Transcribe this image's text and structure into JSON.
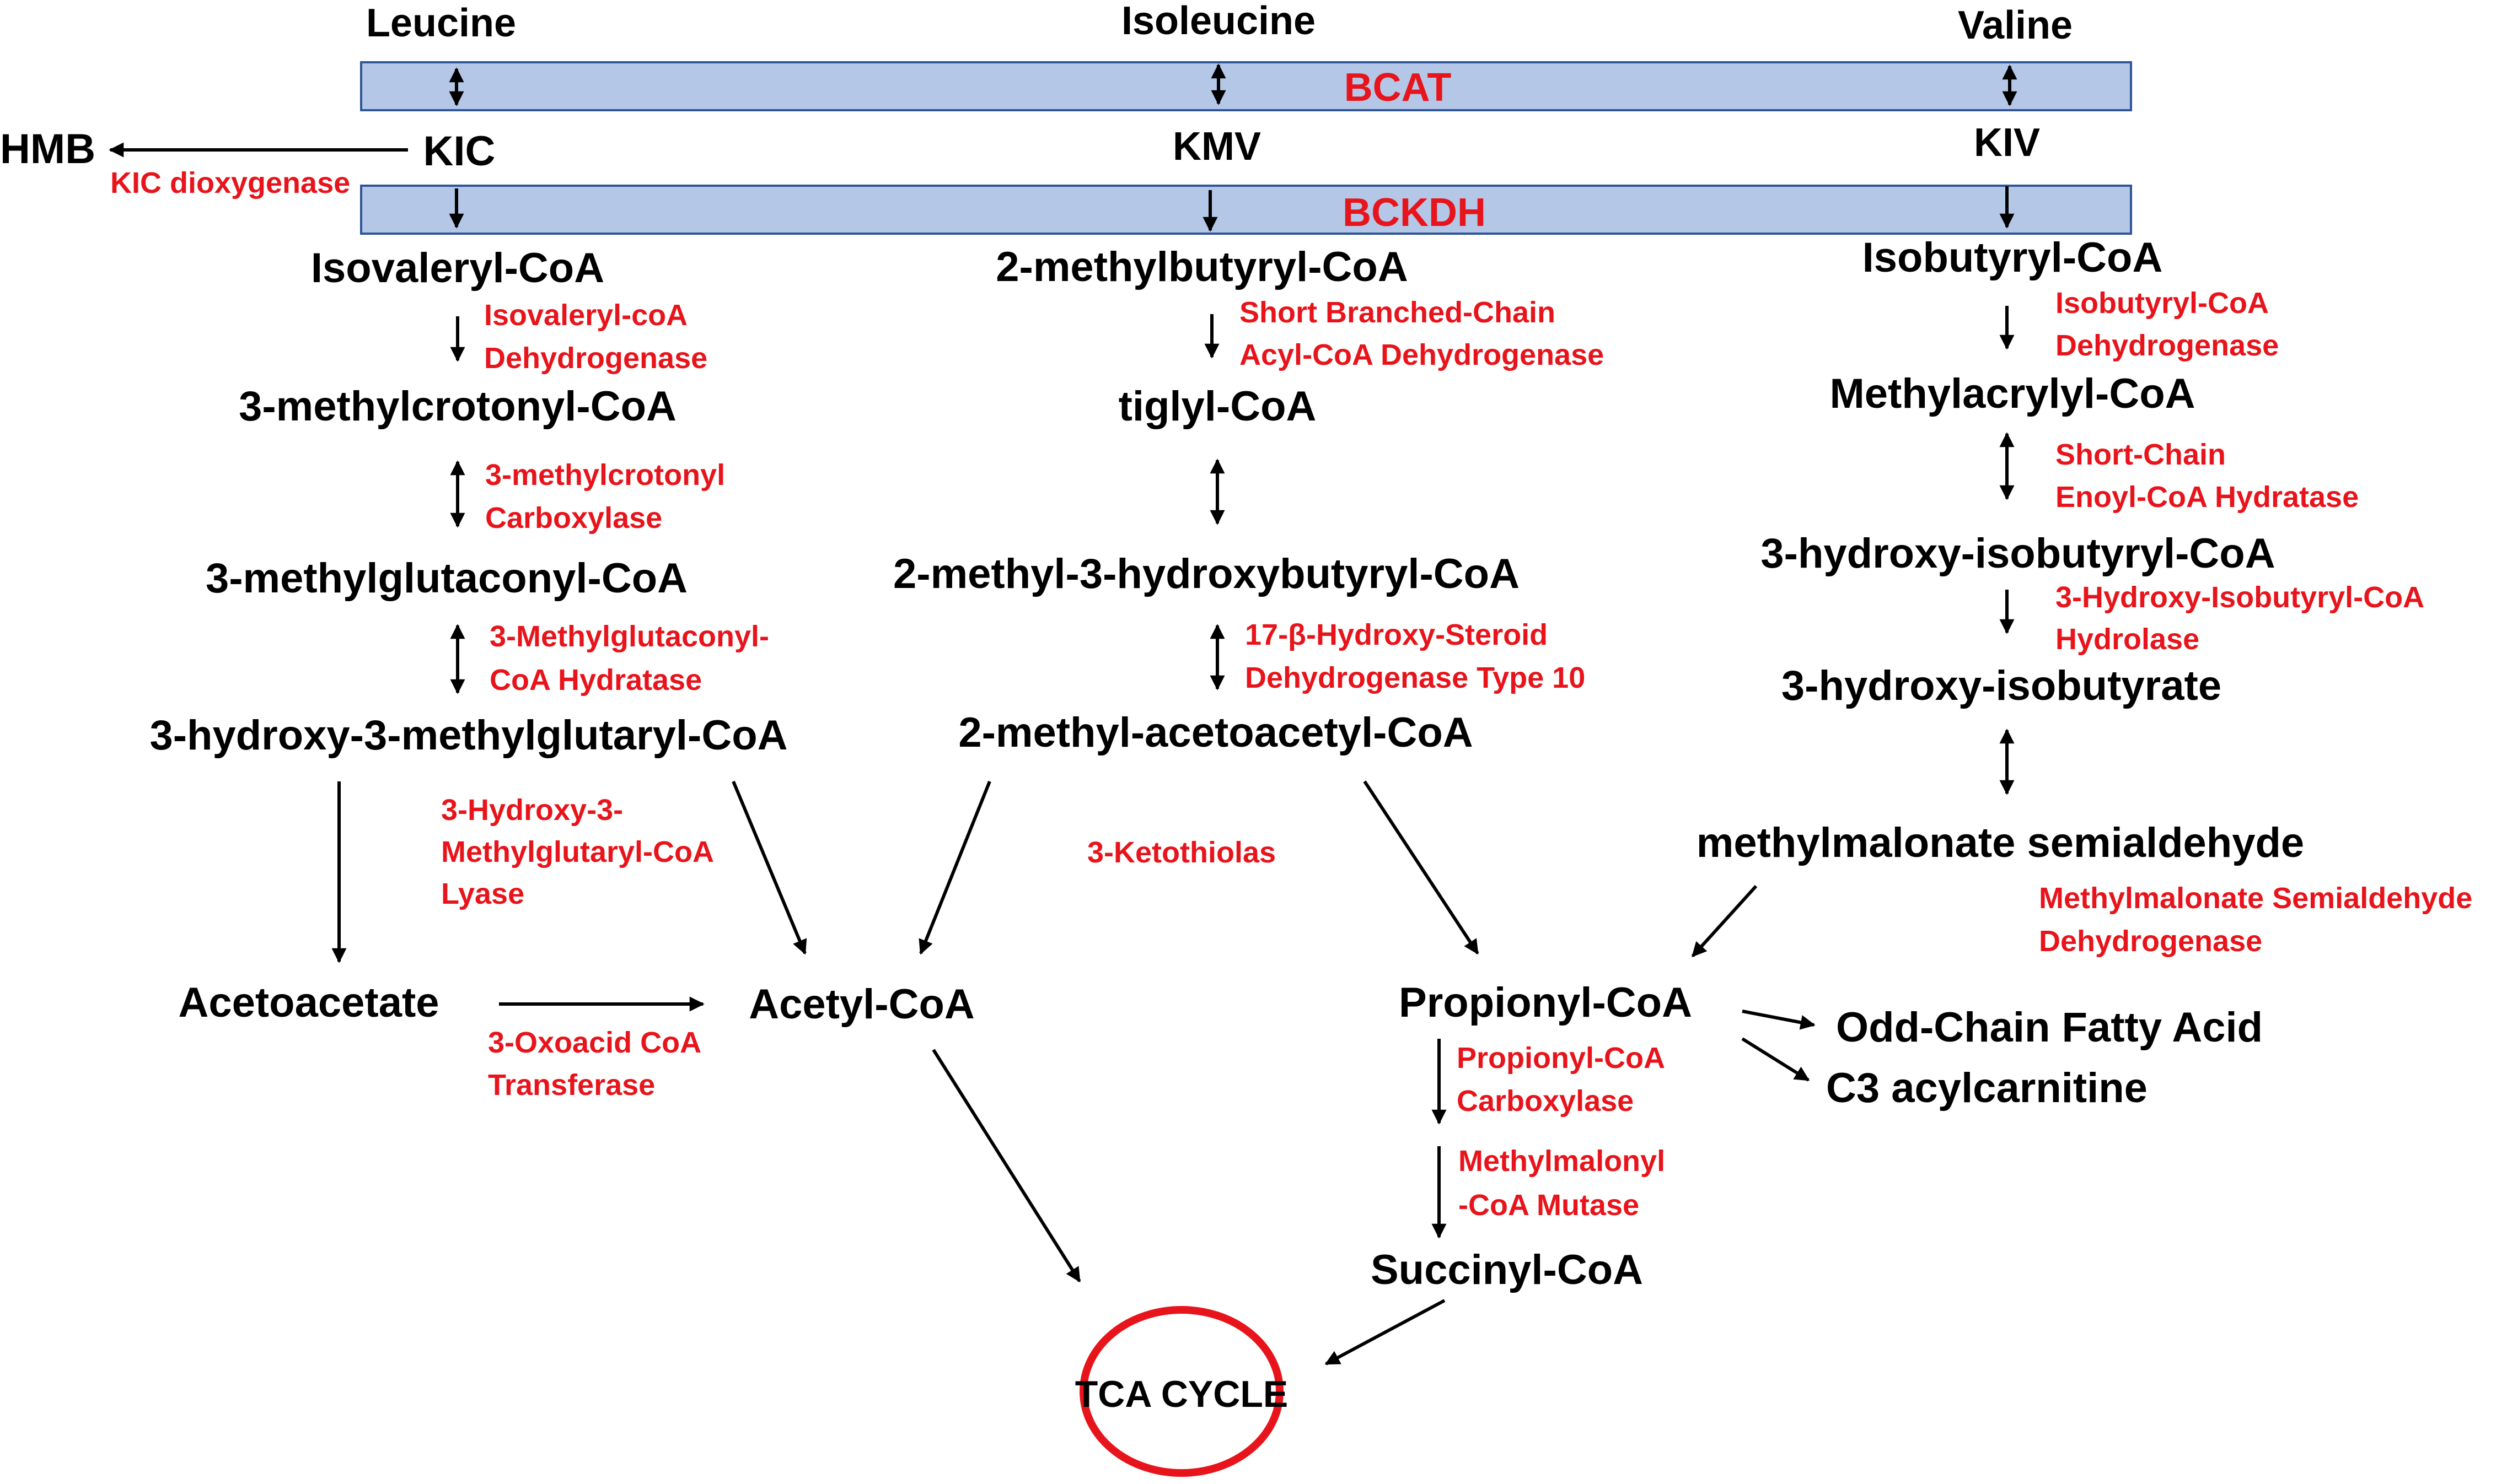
{
  "colors": {
    "metabolite": "#000000",
    "enzyme": "#e8141b",
    "enzyme_bar_fill": "#b4c7e7",
    "enzyme_bar_stroke": "#2f5597",
    "tca_ring": "#e8141b"
  },
  "amino_acids": {
    "leucine": "Leucine",
    "isoleucine": "Isoleucine",
    "valine": "Valine"
  },
  "bars": {
    "bcat": "BCAT",
    "bckdh": "BCKDH"
  },
  "keto_acids": {
    "kic": "KIC",
    "kmv": "KMV",
    "kiv": "KIV"
  },
  "hmb": {
    "product": "HMB",
    "enzyme": "KIC dioxygenase"
  },
  "leucine_path": {
    "isovaleryl_coa": "Isovaleryl-CoA",
    "enzyme1": [
      "Isovaleryl-coA",
      "Dehydrogenase"
    ],
    "methylcrotonyl_coa": "3-methylcrotonyl-CoA",
    "enzyme2": [
      "3-methylcrotonyl",
      "Carboxylase"
    ],
    "methylglutaconyl_coa": "3-methylglutaconyl-CoA",
    "enzyme3": [
      "3-Methylglutaconyl-",
      "CoA Hydratase"
    ],
    "hmg_coa": "3-hydroxy-3-methylglutaryl-CoA",
    "enzyme4": [
      "3-Hydroxy-3-",
      "Methylglutaryl-CoA",
      "Lyase"
    ],
    "acetoacetate": "Acetoacetate",
    "enzyme5": [
      "3-Oxoacid CoA",
      "Transferase"
    ]
  },
  "isoleucine_path": {
    "methylbutyryl_coa": "2-methylbutyryl-CoA",
    "enzyme1": [
      "Short Branched-Chain",
      "Acyl-CoA Dehydrogenase"
    ],
    "tiglyl_coa": "tiglyl-CoA",
    "hydroxybutyryl_coa": "2-methyl-3-hydroxybutyryl-CoA",
    "enzyme2": [
      "17-β-Hydroxy-Steroid",
      "Dehydrogenase Type 10"
    ],
    "acetoacetyl_coa": "2-methyl-acetoacetyl-CoA",
    "enzyme3": "3-Ketothiolas"
  },
  "valine_path": {
    "isobutyryl_coa": "Isobutyryl-CoA",
    "enzyme1": [
      "Isobutyryl-CoA",
      "Dehydrogenase"
    ],
    "methylacrylyl_coa": "Methylacrylyl-CoA",
    "enzyme2": [
      "Short-Chain",
      "Enoyl-CoA Hydratase"
    ],
    "hydroxyisobutyryl_coa": "3-hydroxy-isobutyryl-CoA",
    "enzyme3": [
      "3-Hydroxy-Isobutyryl-CoA",
      "Hydrolase"
    ],
    "hydroxyisobutyrate": "3-hydroxy-isobutyrate",
    "semialdehyde": "methylmalonate semialdehyde",
    "enzyme4": [
      "Methylmalonate Semialdehyde",
      "Dehydrogenase"
    ]
  },
  "convergence": {
    "acetyl_coa": "Acetyl-CoA",
    "propionyl_coa": "Propionyl-CoA",
    "enzyme_pcc": [
      "Propionyl-CoA",
      "Carboxylase"
    ],
    "enzyme_mcm": [
      "Methylmalonyl",
      "-CoA Mutase"
    ],
    "succinyl_coa": "Succinyl-CoA",
    "odd_chain": "Odd-Chain Fatty Acid",
    "c3_acylcarnitine": "C3 acylcarnitine",
    "tca_cycle": "TCA CYCLE"
  }
}
